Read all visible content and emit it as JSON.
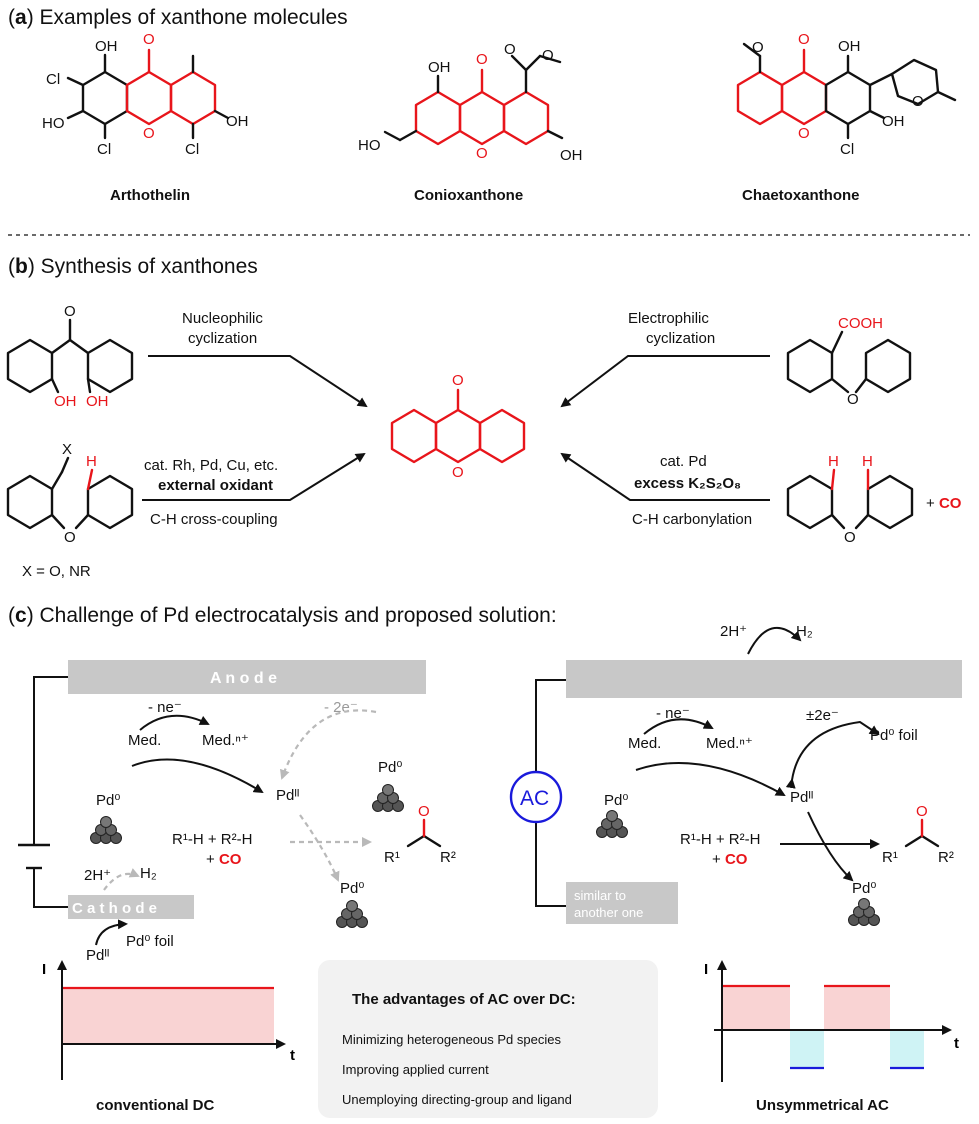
{
  "sections": {
    "a_title": "Examples of xanthone molecules",
    "b_title": "Synthesis of xanthones",
    "c_title": "Challenge of Pd electrocatalysis and proposed solution:",
    "a_letter": "a",
    "b_letter": "b",
    "c_letter": "c"
  },
  "molecules": [
    {
      "name": "Arthothelin"
    },
    {
      "name": "Conioxanthone"
    },
    {
      "name": "Chaetoxanthone"
    }
  ],
  "atoms": {
    "O": "O",
    "OH": "OH",
    "HO": "HO",
    "Cl": "Cl",
    "H": "H",
    "X": "X",
    "cooh": "COOH",
    "x_def": "X = O, NR",
    "plus_co": "+ CO"
  },
  "synthesis": {
    "nuc_line1": "Nucleophilic",
    "nuc_line2": "cyclization",
    "elec_line1": "Electrophilic",
    "elec_line2": "cyclization",
    "cat_rh": "cat. Rh, Pd, Cu, etc.",
    "ext_ox": "external oxidant",
    "ch_cross": "C-H cross-coupling",
    "cat_pd": "cat. Pd",
    "excess": "excess K₂S₂O₈",
    "ch_carb": "C-H carbonylation"
  },
  "electro": {
    "anode": "A n o d e",
    "cathode": "C a t h o d e",
    "similar1": "similar to",
    "similar2": "another one",
    "ac": "AC",
    "med": "Med.",
    "medn": "Med.ⁿ⁺",
    "ne": "- ne⁻",
    "two_e": "- 2e⁻",
    "pm2e": "±2e⁻",
    "pd0": "Pd⁰",
    "pdII": "Pdᴵᴵ",
    "pd0foil": "Pd⁰ foil",
    "h2plus": "2H⁺",
    "h2": "H₂",
    "reagents": "R¹-H + R²-H",
    "plus": "+",
    "co": "CO",
    "r1": "R¹",
    "r2": "R²"
  },
  "advantages": {
    "title": "The advantages of AC over DC:",
    "items": [
      "Minimizing heterogeneous Pd species",
      "Improving applied current",
      "Unemploying directing-group and ligand"
    ]
  },
  "dc_label": "conventional DC",
  "ac_label": "Unsymmetrical AC",
  "axis": {
    "i": "I",
    "t": "t"
  },
  "colors": {
    "red": "#e8151b",
    "blue": "#1a1adb",
    "pink": "#f9d3d3",
    "cyan": "#cff3f5",
    "grey": "#c8c8c8"
  }
}
